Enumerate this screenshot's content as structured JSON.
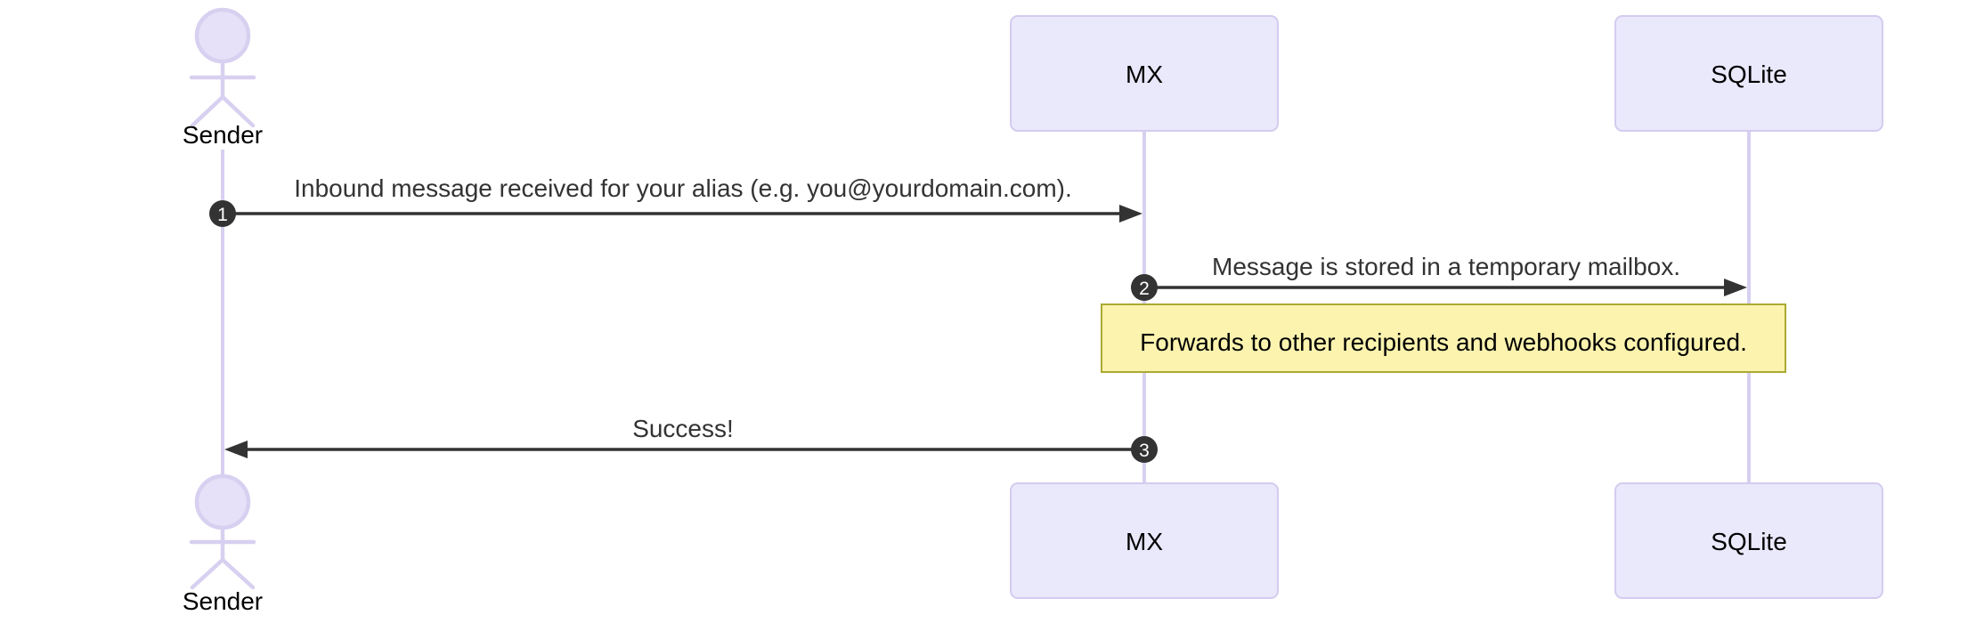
{
  "diagram": {
    "type": "sequence-diagram",
    "background": "#ffffff"
  },
  "participants": [
    {
      "id": "sender",
      "label": "Sender",
      "kind": "actor"
    },
    {
      "id": "mx",
      "label": "MX",
      "kind": "participant"
    },
    {
      "id": "sqlite",
      "label": "SQLite",
      "kind": "participant"
    }
  ],
  "messages": [
    {
      "seq": "1",
      "from": "Sender",
      "to": "MX",
      "text": "Inbound message received for your alias (e.g. you@yourdomain.com)."
    },
    {
      "seq": "2",
      "from": "MX",
      "to": "SQLite",
      "text": "Message is stored in a temporary mailbox."
    },
    {
      "seq": "3",
      "from": "MX",
      "to": "Sender",
      "text": "Success!"
    }
  ],
  "note": {
    "over": [
      "MX",
      "SQLite"
    ],
    "text": "Forwards to other recipients and webhooks configured."
  },
  "colors": {
    "lavender_line": "#d8d0f0",
    "actor_head_fill": "#e6e1f8",
    "participant_fill": "#eae8fb",
    "participant_border": "#d5cbef",
    "note_fill": "#fbf3ae",
    "note_border": "#aaaa33",
    "message_line": "#333333",
    "message_text": "#333333",
    "label_text": "#000000",
    "seq_badge_fill": "#333333",
    "seq_badge_text": "#ffffff"
  }
}
